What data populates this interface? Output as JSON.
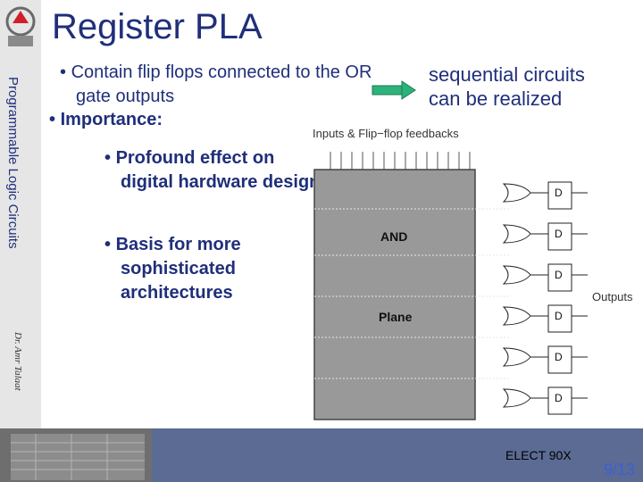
{
  "slide": {
    "title": "Register PLA",
    "sidebar_text": "Programmable Logic Circuits",
    "author": "Dr. Amr Talaat",
    "course": "ELECT 90X",
    "page": "9/13"
  },
  "bullets": {
    "b1": "Contain flip flops connected to the OR gate outputs",
    "b2": "Importance:",
    "b3": "Profound effect on digital hardware design",
    "b4": "Basis for more sophisticated architectures"
  },
  "note": "sequential circuits can  be realized",
  "diagram": {
    "top_label": "Inputs & Flip−flop feedbacks",
    "and_label": "AND",
    "plane_label": "Plane",
    "outputs_label": "Outputs",
    "ff_label": "D"
  },
  "colors": {
    "title_blue": "#1f2f7a",
    "arrow_green": "#2db37a",
    "footer": "#5b6b93",
    "page_number": "#3c5fd6"
  },
  "icons": {
    "logo": "guc-logo-icon",
    "arrow": "right-arrow-icon"
  }
}
